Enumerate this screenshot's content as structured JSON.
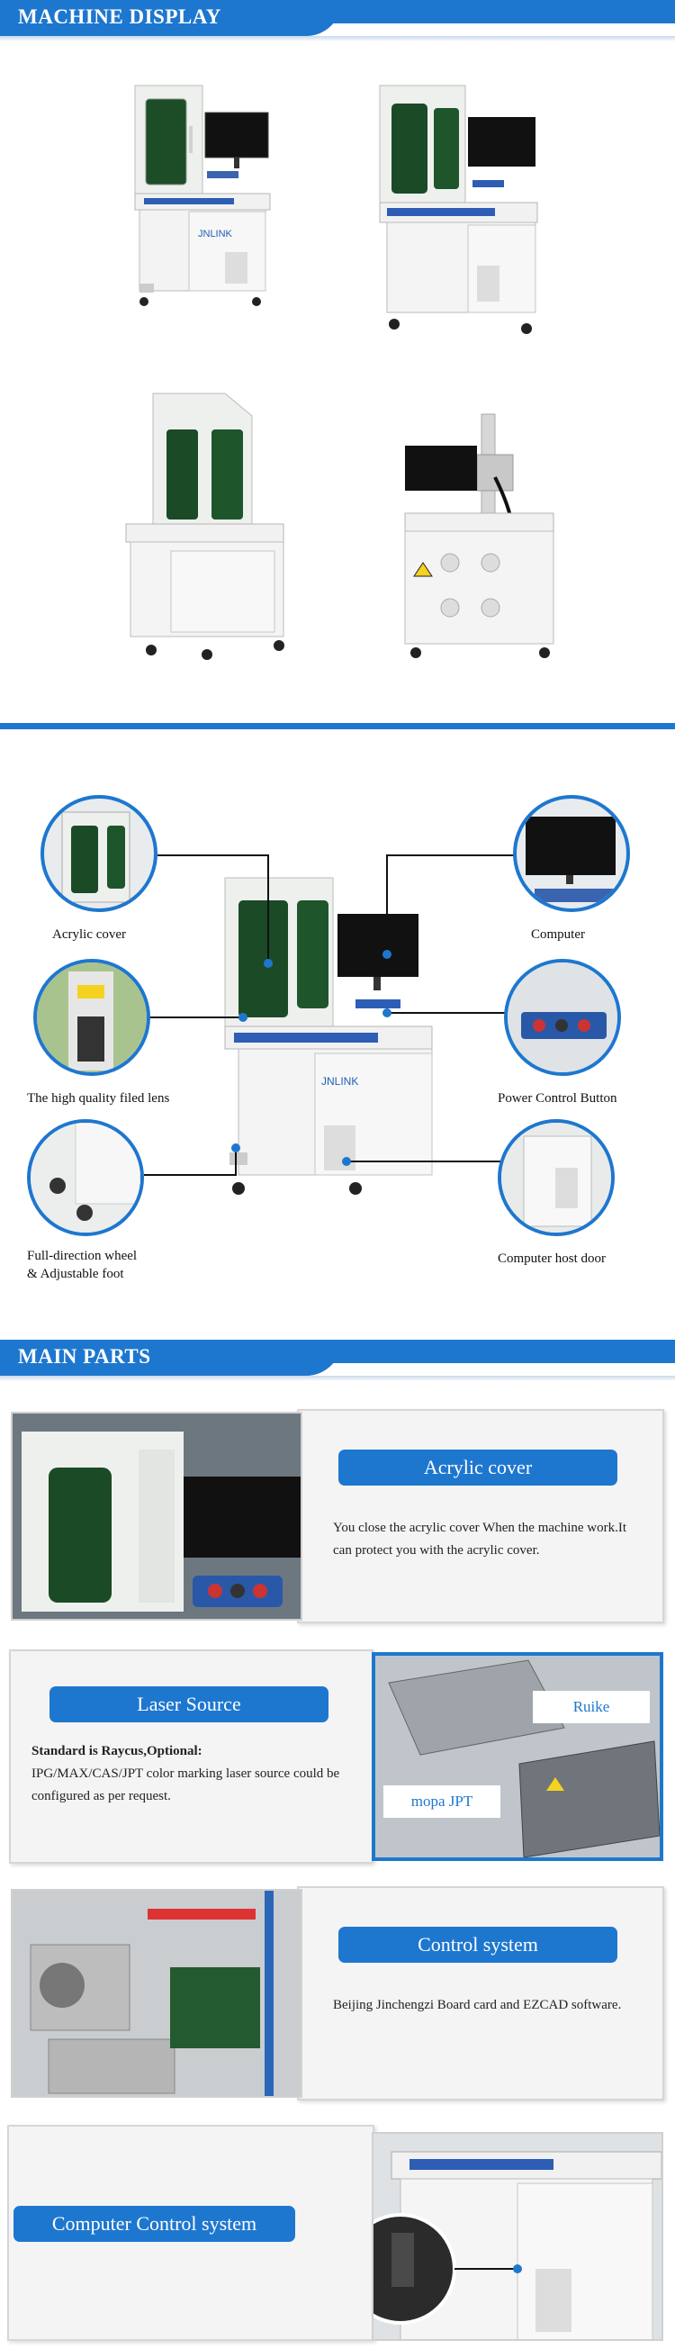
{
  "sections": {
    "machine_display": "MACHINE DISPLAY",
    "main_parts": "MAIN PARTS"
  },
  "brand": {
    "logo_text": "JNLINK"
  },
  "callouts": {
    "acrylic_cover": "Acrylic cover",
    "computer": "Computer",
    "field_lens": "The high quality filed lens",
    "power_button": "Power Control Button",
    "wheel_line1": "Full-direction wheel",
    "wheel_line2": "& Adjustable foot",
    "host_door": "Computer host door"
  },
  "parts": {
    "acrylic": {
      "title": "Acrylic cover",
      "desc": "You close the acrylic cover When the machine work.It can protect you with the acrylic cover."
    },
    "laser": {
      "title": "Laser Source",
      "lead": "Standard is Raycus,Optional:",
      "desc": "IPG/MAX/CAS/JPT color marking laser source could be configured as per request.",
      "tag1": "Ruike",
      "tag2": "mopa JPT"
    },
    "control": {
      "title": "Control system",
      "desc": "Beijing Jinchengzi Board card and EZCAD software."
    },
    "computer": {
      "title": "Computer Control system"
    }
  },
  "colors": {
    "accent": "#1e77cf",
    "cabinet": "#ececec",
    "glass": "#1f5a2c"
  }
}
